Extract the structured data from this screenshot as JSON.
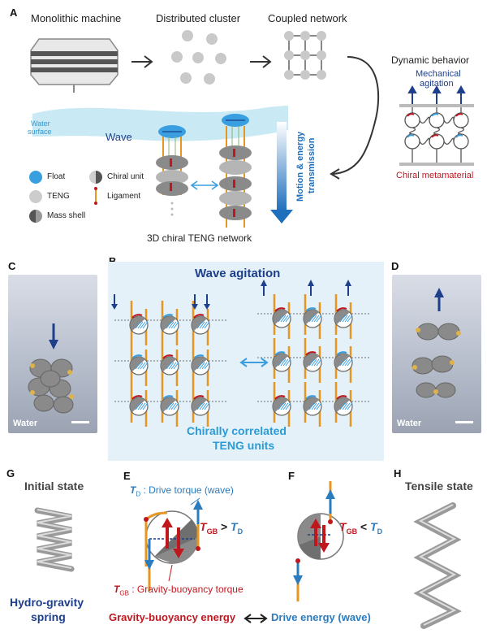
{
  "panels": {
    "A": "A",
    "B": "B",
    "C": "C",
    "D": "D",
    "E": "E",
    "F": "F",
    "G": "G",
    "H": "H"
  },
  "panel_a": {
    "monolithic": "Monolithic machine",
    "distributed": "Distributed cluster",
    "coupled": "Coupled network",
    "dynamic": "Dynamic behavior",
    "mech1": "Mechanical",
    "mech2": "agitation",
    "chiral_meta": "Chiral  metamaterial",
    "water1": "Water",
    "water2": "surface",
    "wave": "Wave",
    "motion1": "Motion & energy",
    "motion2": "transmission",
    "legend": {
      "float": "Float",
      "chiral": "Chiral unit",
      "teng": "TENG",
      "ligament": "Ligament",
      "mass": "Mass shell"
    },
    "network_caption": "3D chiral TENG network"
  },
  "panel_b": {
    "title": "Wave agitation",
    "caption1": "Chirally correlated",
    "caption2": "TENG units"
  },
  "photo": {
    "water": "Water"
  },
  "panel_e": {
    "td_label": "T",
    "td_sub": "D",
    "td_desc": " : Drive torque (wave)",
    "tgb_label": "T",
    "tgb_sub": "GB",
    "tgb_desc": " : Gravity-buoyancy torque",
    "compare": ">",
    "compare_f": "<"
  },
  "panel_g": {
    "title": "Initial state",
    "sub1": "Hydro-gravity",
    "sub2": "spring"
  },
  "panel_h": {
    "title": "Tensile state"
  },
  "bottom": {
    "left": "Gravity-buoyancy energy",
    "right": "Drive energy (wave)"
  },
  "colors": {
    "blue": "#2b7bbf",
    "red": "#c0171f",
    "orange": "#f0a030",
    "navy": "#1d3f8c"
  }
}
